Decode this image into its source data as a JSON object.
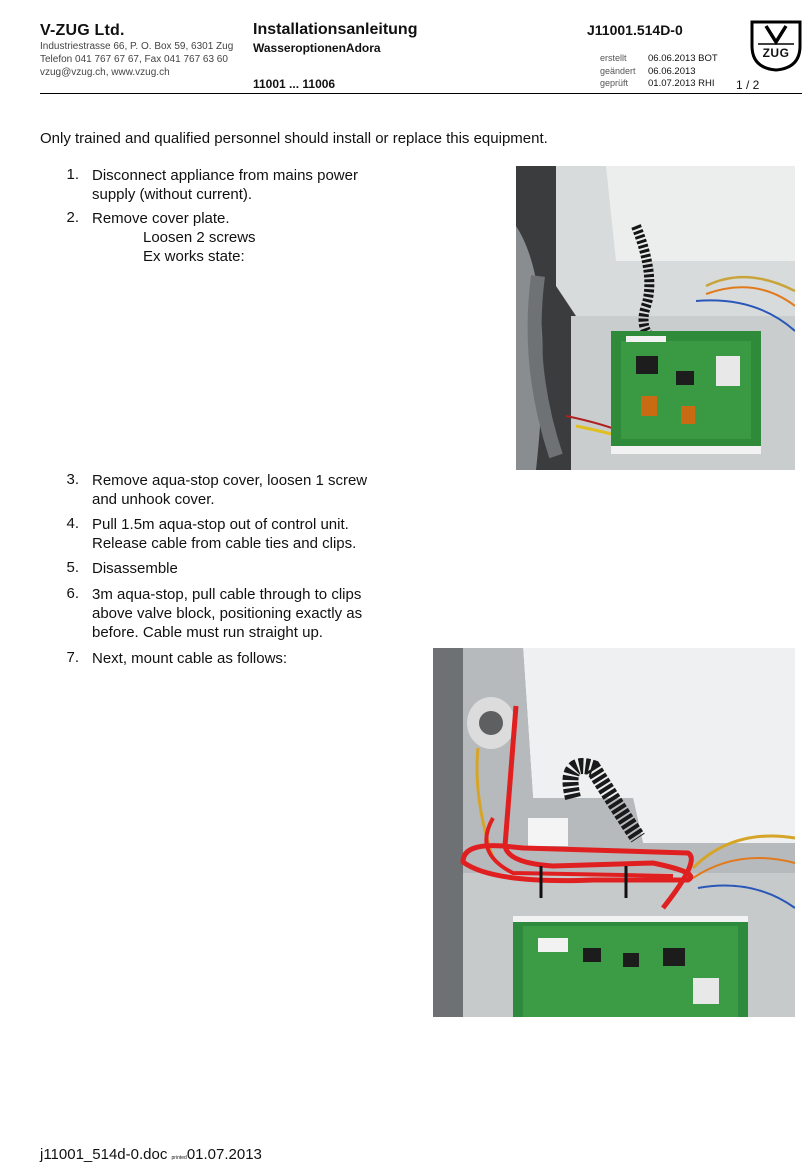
{
  "header": {
    "company": "V-ZUG Ltd.",
    "address_lines": [
      "Industriestrasse 66, P. O. Box 59, 6301 Zug",
      "Telefon 041 767 67 67, Fax 041 767 63 60",
      "vzug@vzug.ch, www.vzug.ch"
    ],
    "title": "Installationsanleitung",
    "subtitle": "WasseroptionenAdora",
    "models": "11001 ... 11006",
    "doc_number": "J11001.514D-0",
    "meta": [
      {
        "label": "erstellt",
        "value": "06.06.2013 BOT"
      },
      {
        "label": "geändert",
        "value": "06.06.2013"
      },
      {
        "label": "geprüft",
        "value": "01.07.2013 RHI"
      }
    ],
    "page": "1 / 2",
    "logo_text": "V-ZUG"
  },
  "intro": "Only trained and qualified personnel should install or replace this equipment.",
  "steps": [
    {
      "num": "1.",
      "lines": [
        "Disconnect appliance from mains power",
        "supply (without current)."
      ]
    },
    {
      "num": "2.",
      "lines": [
        "Remove cover plate."
      ],
      "sublines": [
        "Loosen 2 screws",
        "Ex works state:"
      ]
    },
    {
      "num": "3.",
      "lines": [
        "Remove aqua-stop cover, loosen 1 screw",
        "and unhook cover."
      ]
    },
    {
      "num": "4.",
      "lines": [
        "Pull 1.5m aqua-stop out of control unit.",
        "Release cable from cable ties and clips."
      ]
    },
    {
      "num": "5.",
      "lines": [
        "Disassemble"
      ]
    },
    {
      "num": "6.",
      "lines": [
        "3m aqua-stop, pull cable through to clips",
        "above valve block, positioning exactly as",
        "before. Cable must run straight up."
      ]
    },
    {
      "num": "7.",
      "lines": [
        "Next, mount cable as follows:"
      ]
    }
  ],
  "footer": {
    "filename": "j11001_514d-0.doc",
    "printed_label": "printed",
    "date": "01.07.2013"
  }
}
